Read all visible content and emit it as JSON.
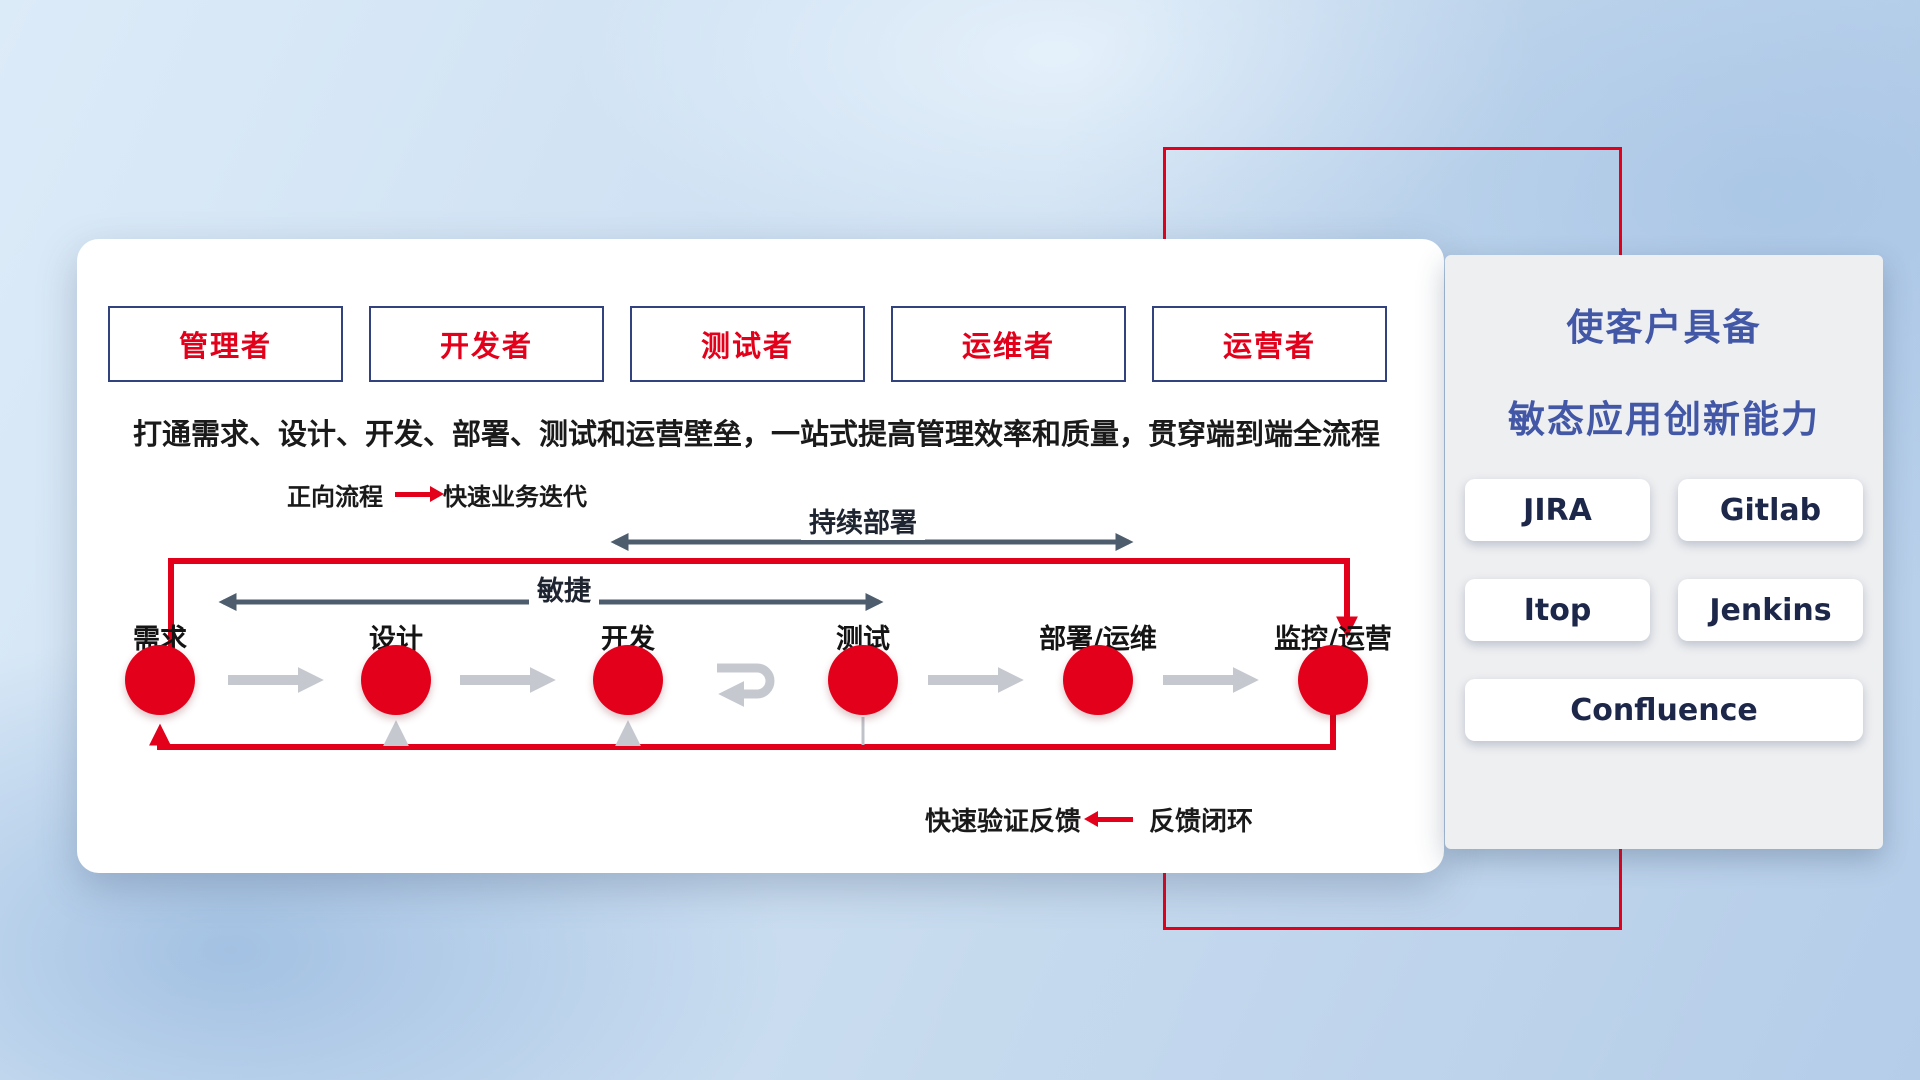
{
  "roles": [
    {
      "label": "管理者"
    },
    {
      "label": "开发者"
    },
    {
      "label": "测试者"
    },
    {
      "label": "运维者"
    },
    {
      "label": "运营者"
    }
  ],
  "description": "打通需求、设计、开发、部署、测试和运营壁垒，一站式提高管理效率和质量，贯穿端到端全流程",
  "legend": {
    "forward_label": "正向流程",
    "forward_value": "快速业务迭代",
    "feedback_value": "快速验证反馈",
    "feedback_label": "反馈闭环"
  },
  "flow": {
    "continuous_deployment": "持续部署",
    "agile": "敏捷",
    "nodes": [
      {
        "label": "需求"
      },
      {
        "label": "设计"
      },
      {
        "label": "开发"
      },
      {
        "label": "测试"
      },
      {
        "label": "部署/运维"
      },
      {
        "label": "监控/运营"
      }
    ]
  },
  "right_panel": {
    "title_line1": "使客户具备",
    "title_line2": "敏态应用创新能力",
    "tools": [
      {
        "label": "JIRA"
      },
      {
        "label": "Gitlab"
      },
      {
        "label": "Itop"
      },
      {
        "label": "Jenkins"
      },
      {
        "label": "Confluence"
      }
    ]
  },
  "colors": {
    "red": "#e2001a",
    "navy_border": "#31427e",
    "title_blue": "#4257a5",
    "tool_text": "#1c2749",
    "dark_arrow": "#4e5d6e",
    "light_arrow": "#c5c9cf"
  }
}
